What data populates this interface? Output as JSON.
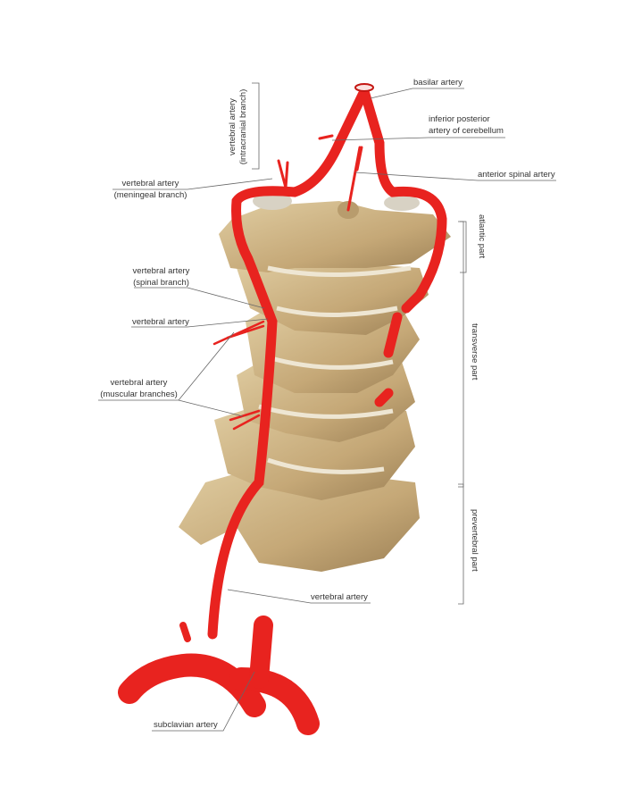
{
  "labels": {
    "basilar": "basilar artery",
    "inferior_posterior_1": "inferior posterior",
    "inferior_posterior_2": "artery of cerebellum",
    "anterior_spinal": "anterior spinal artery",
    "intracranial_1": "vertebral artery",
    "intracranial_2": "(intracranial branch)",
    "meningeal_1": "vertebral artery",
    "meningeal_2": "(meningeal branch)",
    "spinal_1": "vertebral artery",
    "spinal_2": "(spinal branch)",
    "vertebral_mid": "vertebral artery",
    "muscular_1": "vertebral artery",
    "muscular_2": "(muscular branches)",
    "vertebral_low": "vertebral artery",
    "subclavian": "subclavian artery"
  },
  "segments": {
    "atlantic": "atlantic part",
    "transverse": "transverse part",
    "prevertebral": "prevertebral part"
  },
  "colors": {
    "artery": "#e8231f",
    "bone": "#c9b084",
    "line": "#555555"
  }
}
